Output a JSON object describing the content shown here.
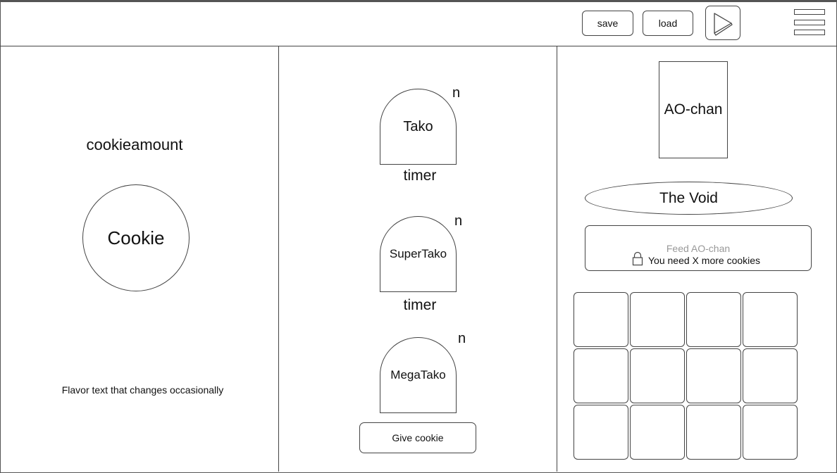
{
  "header": {
    "save_label": "save",
    "load_label": "load"
  },
  "left": {
    "cookie_amount": "cookieamount",
    "cookie_label": "Cookie",
    "flavor_text": "Flavor text that changes occasionally"
  },
  "middle": {
    "takos": [
      {
        "name": "Tako",
        "count": "n",
        "timer": "timer"
      },
      {
        "name": "SuperTako",
        "count": "n",
        "timer": "timer"
      },
      {
        "name": "MegaTako",
        "count": "n"
      }
    ],
    "give_cookie_label": "Give cookie"
  },
  "right": {
    "ao_chan_label": "AO-chan",
    "void_label": "The Void",
    "feed_title": "Feed AO-chan",
    "feed_requirement": "You need X more cookies",
    "inventory_slots": 12
  },
  "icons": {
    "play": "play-icon",
    "menu": "hamburger-menu-icon",
    "lock": "lock-icon"
  }
}
